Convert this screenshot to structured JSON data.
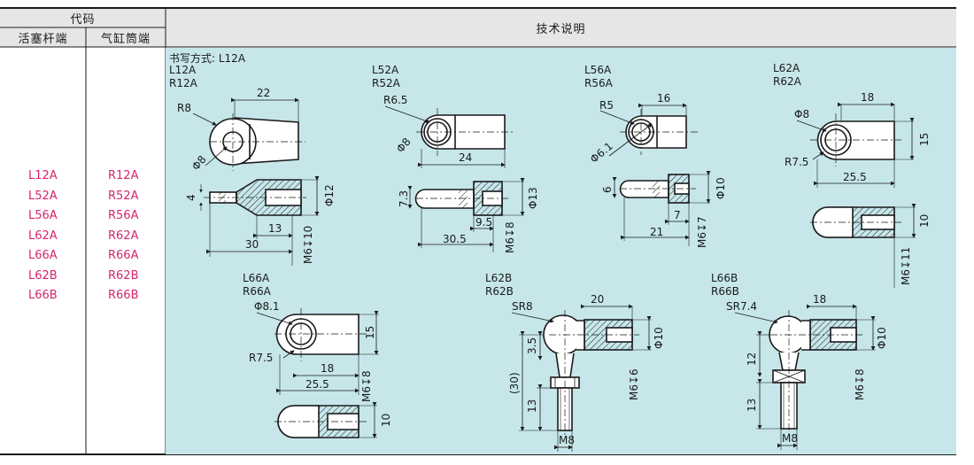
{
  "header": {
    "code_title": "代码",
    "piston_end_title": "活塞杆端",
    "cylinder_end_title": "气缸筒端",
    "tech_title": "技术说明"
  },
  "codes": {
    "piston_end": [
      "L12A",
      "L52A",
      "L56A",
      "L62A",
      "L66A",
      "L62B",
      "L66B"
    ],
    "cylinder_end": [
      "R12A",
      "R52A",
      "R56A",
      "R62A",
      "R66A",
      "R62B",
      "R66B"
    ]
  },
  "diagrams": {
    "note": "书写方式: L12A",
    "d1": {
      "code1": "L12A",
      "code2": "R12A",
      "dims": [
        "22",
        "R8",
        "Φ8",
        "4",
        "Φ12",
        "13",
        "30",
        "M6↧10"
      ]
    },
    "d2": {
      "code1": "L52A",
      "code2": "R52A",
      "dims": [
        "R6.5",
        "Φ8",
        "24",
        "7.3",
        "Φ13",
        "9.5",
        "30.5",
        "M6↧8"
      ]
    },
    "d3": {
      "code1": "L56A",
      "code2": "R56A",
      "dims": [
        "16",
        "R5",
        "Φ6.1",
        "6",
        "Φ10",
        "7",
        "21",
        "M6↧7"
      ]
    },
    "d4": {
      "code1": "L62A",
      "code2": "R62A",
      "dims": [
        "18",
        "Φ8",
        "15",
        "R7.5",
        "25.5",
        "10",
        "M6↧11"
      ]
    },
    "d5": {
      "code1": "L66A",
      "code2": "R66A",
      "dims": [
        "Φ8.1",
        "15",
        "R7.5",
        "18",
        "25.5",
        "M6↧8",
        "10"
      ]
    },
    "d6": {
      "code1": "L62B",
      "code2": "R62B",
      "dims": [
        "SR8",
        "20",
        "3.5",
        "Φ10",
        "(30)",
        "13",
        "M6↧6",
        "M8"
      ]
    },
    "d7": {
      "code1": "L66B",
      "code2": "R66B",
      "dims": [
        "18",
        "SR7.4",
        "Φ10",
        "12",
        "13",
        "M6↧8",
        "M8"
      ]
    }
  },
  "colors": {
    "accent_code": "#d6246e",
    "panel_bg": "#c6e6ea",
    "line": "#1a1a1a"
  }
}
